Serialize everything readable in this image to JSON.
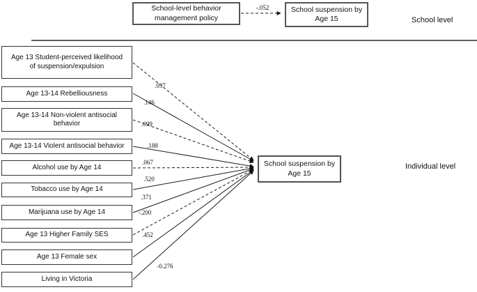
{
  "colors": {
    "box_border": "#333333",
    "top_box_border": "#555555",
    "divider": "#5f5f5f",
    "path_line": "#1c1c1c"
  },
  "school_section": {
    "level_label": "School level",
    "policy_box_label": "School-level behavior\nmanagement policy",
    "outcome_box_label": "School suspension by\nAge 15",
    "path": {
      "coef": "-.052",
      "line": "dashed"
    }
  },
  "individual_section": {
    "level_label": "Individual level",
    "outcome_box_label": "School suspension by\nAge 15",
    "predictors": [
      {
        "label": "Age 13 Student-perceived likelihood\nof suspension/expulsion",
        "coef": ".037",
        "line": "dashed"
      },
      {
        "label": "Age 13-14 Rebelliousness",
        "coef": ".146",
        "line": "solid"
      },
      {
        "label": "Age 13-14 Non-violent antisocial\nbehavior",
        "coef": ".099",
        "line": "dashed"
      },
      {
        "label": "Age 13-14 Violent antisocial behavior",
        "coef": ".188",
        "line": "solid"
      },
      {
        "label": "Alcohol use by Age 14",
        "coef": ".067",
        "line": "dashed"
      },
      {
        "label": "Tobacco use by Age 14",
        "coef": ".520",
        "line": "solid"
      },
      {
        "label": "Marijuana use by Age 14",
        "coef": ".371",
        "line": "solid"
      },
      {
        "label": "Age 13 Higher Family SES",
        "coef": "-.200",
        "line": "dashed"
      },
      {
        "label": "Age 13 Female sex",
        "coef": ".452",
        "line": "solid"
      },
      {
        "label": "Living in Victoria",
        "coef": "-0.276",
        "line": "solid"
      }
    ]
  }
}
